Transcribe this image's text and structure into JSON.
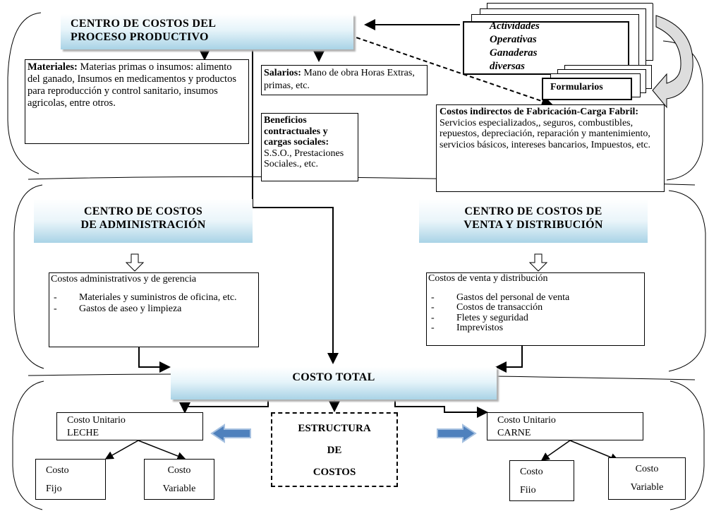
{
  "proceso": {
    "title_line1": "CENTRO DE COSTOS DEL",
    "title_line2": "PROCESO PRODUCTIVO"
  },
  "actividades": {
    "line1": "Actividades",
    "line2": "Operativas",
    "line3": "Ganaderas",
    "line4": "diversas"
  },
  "formularios": "Formularios",
  "materiales": {
    "label": "Materiales:",
    "text": "Materias primas o insumos: alimento del ganado, Insumos en medicamentos y productos para reproducción y control sanitario, insumos agricolas, entre otros."
  },
  "salarios": {
    "label": "Salarios:",
    "text": "Mano de obra Horas Extras, primas, etc."
  },
  "beneficios": {
    "label": "Beneficios contractuales y cargas sociales:",
    "text": "S.S.O., Prestaciones Sociales., etc."
  },
  "indirectos": {
    "label": "Costos indirectos de Fabricación-Carga Fabril:",
    "text": "Servicios especializados,, seguros, combustibles, repuestos, depreciación, reparación y mantenimiento, servicios básicos, intereses bancarios, Impuestos, etc."
  },
  "administracion": {
    "title_line1": "CENTRO DE COSTOS",
    "title_line2": "DE ADMINISTRACIÓN",
    "intro": "Costos administrativos y de gerencia",
    "items": [
      "Materiales y suministros de oficina, etc.",
      "Gastos de aseo y limpieza"
    ]
  },
  "venta": {
    "title_line1": "CENTRO DE COSTOS DE",
    "title_line2": "VENTA Y DISTRIBUCIÓN",
    "intro": "Costos de venta y distribución",
    "items": [
      "Gastos del personal de venta",
      "Costos de transacción",
      "Fletes y seguridad",
      "Imprevistos"
    ]
  },
  "costo_total": "COSTO TOTAL",
  "estructura": {
    "line1": "ESTRUCTURA",
    "line2": "DE",
    "line3": "COSTOS"
  },
  "leche": {
    "line1": "Costo Unitario",
    "line2": "LECHE",
    "fijo_line1": "Costo",
    "fijo_line2": "Fijo",
    "var_line1": "Costo",
    "var_line2": "Variable"
  },
  "carne": {
    "line1": "Costo Unitario",
    "line2": "CARNE",
    "fijo_line1": "Costo",
    "fijo_line2": "Fiio",
    "var_line1": "Costo",
    "var_line2": "Variable"
  },
  "colors": {
    "center_gradient_top": "#ffffff",
    "center_gradient_bottom": "#a9d3e6",
    "blue_arrow": "#4f81bd",
    "line": "#000000",
    "curved_arrow_fill": "#dddddd"
  }
}
